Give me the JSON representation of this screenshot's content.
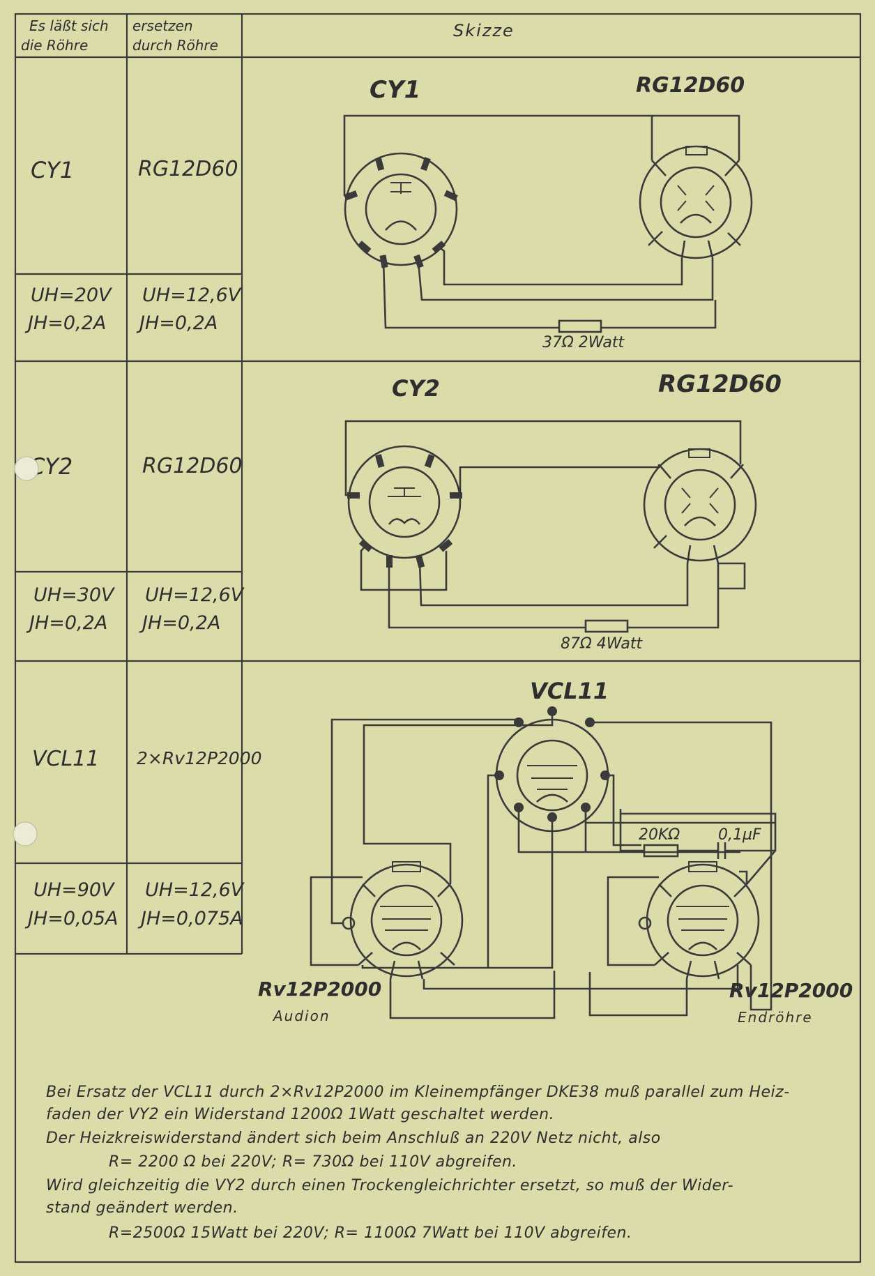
{
  "header": {
    "col_left_line1": "Es läßt sich",
    "col_left_line2": "die Röhre",
    "col_right_line1": "ersetzen",
    "col_right_line2": "durch Röhre",
    "sketch_title": "Skizze"
  },
  "rows": [
    {
      "tube": "CY1",
      "replacement": "RG12D60",
      "tube_specs": [
        "UH=20V",
        "JH=0,2A"
      ],
      "replacement_specs": [
        "UH=12,6V",
        "JH=0,2A"
      ],
      "sketch": {
        "left_label": "CY1",
        "right_label": "RG12D60",
        "resistor_label": "37Ω 2Watt"
      }
    },
    {
      "tube": "CY2",
      "replacement": "RG12D60",
      "tube_specs": [
        "UH=30V",
        "JH=0,2A"
      ],
      "replacement_specs": [
        "UH=12,6V",
        "JH=0,2A"
      ],
      "sketch": {
        "left_label": "CY2",
        "right_label": "RG12D60",
        "resistor_label": "87Ω 4Watt"
      }
    },
    {
      "tube": "VCL11",
      "replacement": "2×Rv12P2000",
      "tube_specs": [
        "UH=90V",
        "JH=0,05A"
      ],
      "replacement_specs": [
        "UH=12,6V",
        "JH=0,075A"
      ],
      "sketch": {
        "top_label": "VCL11",
        "resistor_label": "20KΩ",
        "capacitor_label": "0,1µF",
        "left_label": "Rv12P2000",
        "left_sub": "Audion",
        "right_label": "Rv12P2000",
        "right_sub": "Endröhre"
      }
    }
  ],
  "notes": [
    "Bei Ersatz der VCL11 durch 2×Rv12P2000 im Kleinempfänger DKE38 muß parallel zum Heiz-",
    "faden der VY2 ein Widerstand 1200Ω 1Watt geschaltet werden.",
    "Der Heizkreiswiderstand ändert sich beim Anschluß an 220V Netz nicht, also",
    "R= 2200 Ω bei 220V; R= 730Ω bei 110V abgreifen.",
    "Wird gleichzeitig die VY2 durch einen Trockengleichrichter ersetzt, so muß der Wider-",
    "stand geändert werden.",
    "R=2500Ω 15Watt bei 220V; R= 1100Ω 7Watt bei 110V abgreifen."
  ]
}
